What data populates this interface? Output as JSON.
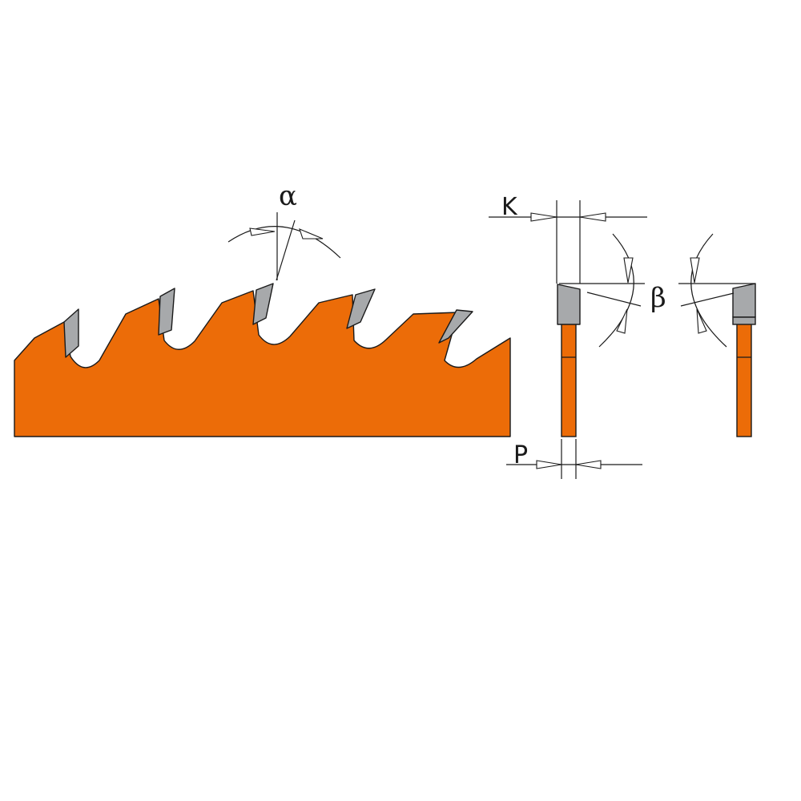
{
  "colors": {
    "blade": "#ec6c08",
    "tooth_tip": "#a7a9ab",
    "outline": "#1a1a1a",
    "background": "#ffffff"
  },
  "labels": {
    "alpha": "α",
    "beta": "β",
    "kerf": "K",
    "plate": "P"
  }
}
